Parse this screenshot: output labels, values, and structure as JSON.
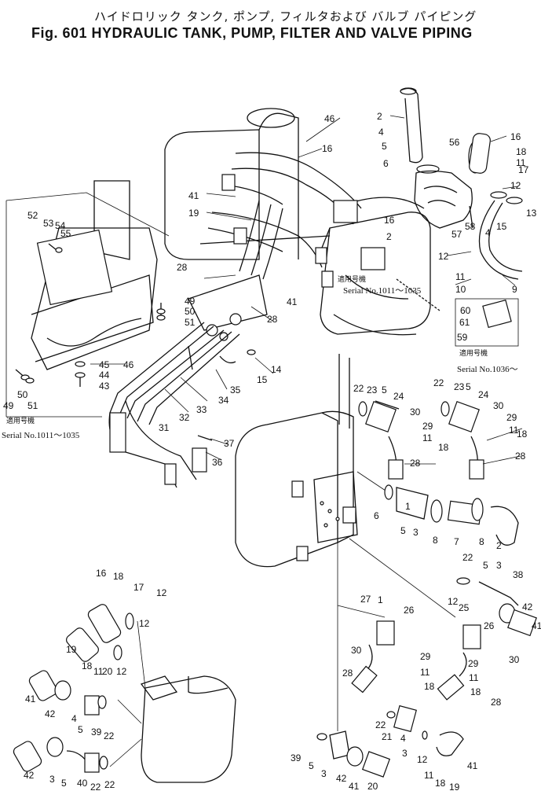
{
  "title": {
    "japanese": "ハイドロリック タンク, ポンプ, フィルタおよび バルブ パイピング",
    "english": "Fig. 601 HYDRAULIC TANK, PUMP, FILTER AND VALVE PIPING"
  },
  "notes": {
    "serial_a_jp": "適用号機",
    "serial_a": "Serial No.1011～1035",
    "serial_b_jp": "適用号機",
    "serial_b": "Serial No.1036～",
    "serial_c_jp": "適用号機",
    "serial_c": "Serial No.1011～1035"
  },
  "labels": [
    "46",
    "16",
    "41",
    "19",
    "2",
    "4",
    "5",
    "6",
    "56",
    "16",
    "18",
    "11",
    "17",
    "12",
    "13",
    "15",
    "4",
    "58",
    "57",
    "12",
    "11",
    "10",
    "9",
    "60",
    "61",
    "59",
    "52",
    "53",
    "54",
    "55",
    "28",
    "49",
    "50",
    "51",
    "46",
    "45",
    "44",
    "43",
    "49",
    "50",
    "51",
    "41",
    "28",
    "16",
    "2",
    "14",
    "15",
    "35",
    "34",
    "33",
    "32",
    "31",
    "37",
    "36",
    "22",
    "23",
    "5",
    "24",
    "30",
    "29",
    "11",
    "18",
    "28",
    "22",
    "23",
    "5",
    "24",
    "30",
    "29",
    "11",
    "18",
    "28",
    "6",
    "1",
    "5",
    "3",
    "8",
    "7",
    "8",
    "2",
    "22",
    "5",
    "3",
    "38",
    "42",
    "41",
    "16",
    "18",
    "17",
    "12",
    "12",
    "27",
    "1",
    "26",
    "12",
    "25",
    "26",
    "30",
    "29",
    "11",
    "18",
    "28",
    "30",
    "29",
    "11",
    "18",
    "28",
    "19",
    "18",
    "11",
    "20",
    "12",
    "41",
    "42",
    "4",
    "5",
    "39",
    "22",
    "22",
    "21",
    "4",
    "3",
    "12",
    "41",
    "42",
    "3",
    "5",
    "40",
    "22",
    "22",
    "39",
    "5",
    "3",
    "42",
    "41",
    "20",
    "11",
    "18",
    "19"
  ]
}
